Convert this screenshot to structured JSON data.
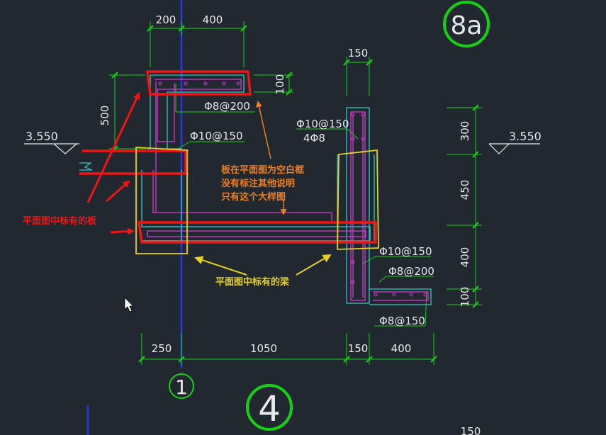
{
  "colors": {
    "background": "#212830",
    "dimension": "#12d212",
    "concrete": "#2fc8c8",
    "rebar": "#d23cd2",
    "axis": "#2a36e6",
    "highlight_red": "#f01414",
    "highlight_yellow": "#e6d21e",
    "annotation_orange": "#f07f1e",
    "text": "#e8e8e8"
  },
  "sheet": {
    "detail_id": "8a"
  },
  "axis_bubbles": {
    "axis_1": "1",
    "axis_4": "4"
  },
  "levels": {
    "left": "3.550",
    "right": "3.550"
  },
  "dims": {
    "top_left": "200",
    "top_right": "400",
    "top_150": "150",
    "left_500": "500",
    "slab_100": "100",
    "right_300": "300",
    "right_450": "450",
    "right_400": "400",
    "right_100": "100",
    "bottom_250": "250",
    "bottom_1050": "1050",
    "bottom_150": "150",
    "bottom_400": "400",
    "clipped_150": "150"
  },
  "rebar_labels": {
    "top_slab": "Φ8@200",
    "left_stirrup": "Φ10@150",
    "right_stirrup": "Φ10@150",
    "right_bars": "4Φ8",
    "right_mid_stirrup": "Φ10@150",
    "right_slab": "Φ8@200",
    "right_bottom": "Φ8@150"
  },
  "annotations": {
    "slab_note_line1": "板在平面图为空白框",
    "slab_note_line2": "没有标注其他说明",
    "slab_note_line3": "只有这个大样图",
    "plan_slab": "平面图中标有的板",
    "plan_beam": "平面图中标有的梁"
  },
  "icons": {
    "cursor": "mouse-pointer-icon"
  }
}
